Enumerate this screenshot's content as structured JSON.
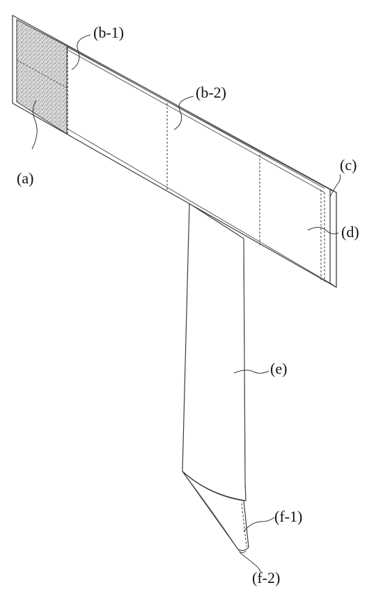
{
  "labels": {
    "a": "(a)",
    "b1": "(b-1)",
    "b2": "(b-2)",
    "c": "(c)",
    "d": "(d)",
    "e": "(e)",
    "f1": "(f-1)",
    "f2": "(f-2)"
  },
  "colors": {
    "line": "#3a3a3a",
    "texture": "#8a8a8a",
    "background": "#ffffff"
  }
}
